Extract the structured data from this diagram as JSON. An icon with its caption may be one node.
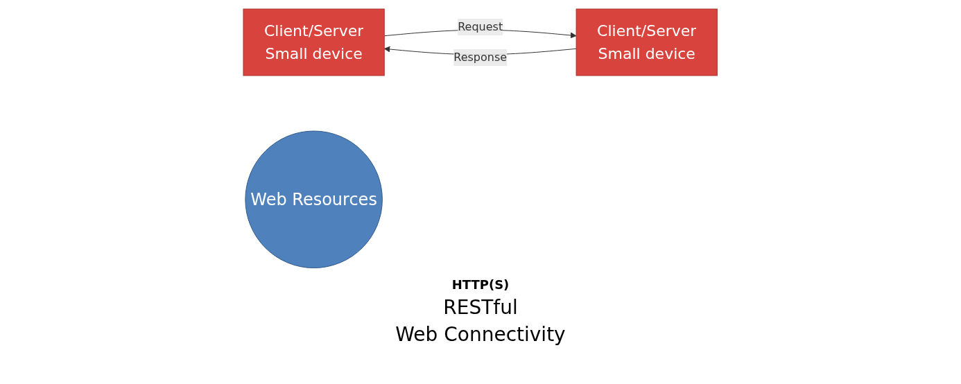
{
  "diagram": {
    "nodes": [
      {
        "text": [
          "Client/Server",
          "Small device"
        ]
      },
      {
        "text": [
          "Client/Server",
          "Small device"
        ]
      },
      {
        "text": [
          "Web Resources"
        ]
      }
    ],
    "edges": [
      {
        "from": 0,
        "to": 1,
        "arrow": "to",
        "label": "Request"
      },
      {
        "from": 1,
        "to": 0,
        "arrow": "to",
        "label": "Response"
      }
    ],
    "labels": [
      "HTTP(S)",
      "RESTful",
      "Web Connectivity"
    ]
  }
}
